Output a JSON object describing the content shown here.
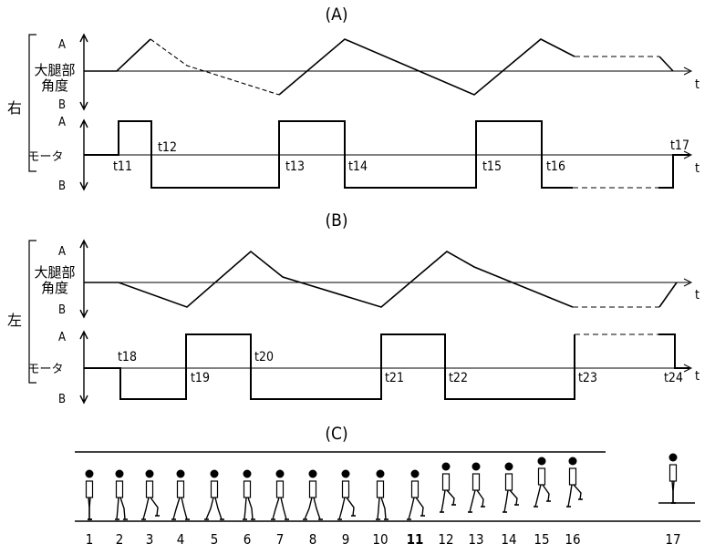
{
  "panels": {
    "A": {
      "title": "(A)",
      "side": "右"
    },
    "B": {
      "title": "(B)",
      "side": "左"
    },
    "C": {
      "title": "(C)"
    }
  },
  "axis": {
    "thigh_label_line1": "大腿部",
    "thigh_label_line2": "角度",
    "motor_label": "モータ",
    "level_a": "A",
    "level_b": "B",
    "time": "t"
  },
  "timepoints_right": [
    "t11",
    "t12",
    "t13",
    "t14",
    "t15",
    "t16",
    "t17"
  ],
  "timepoints_left": [
    "t18",
    "t19",
    "t20",
    "t21",
    "t22",
    "t23",
    "t24"
  ],
  "steps": [
    "1",
    "2",
    "3",
    "4",
    "5",
    "6",
    "7",
    "8",
    "9",
    "10",
    "11",
    "12",
    "13",
    "14",
    "15",
    "16",
    "17"
  ],
  "colors": {
    "ink": "#000000",
    "background": "#ffffff"
  }
}
